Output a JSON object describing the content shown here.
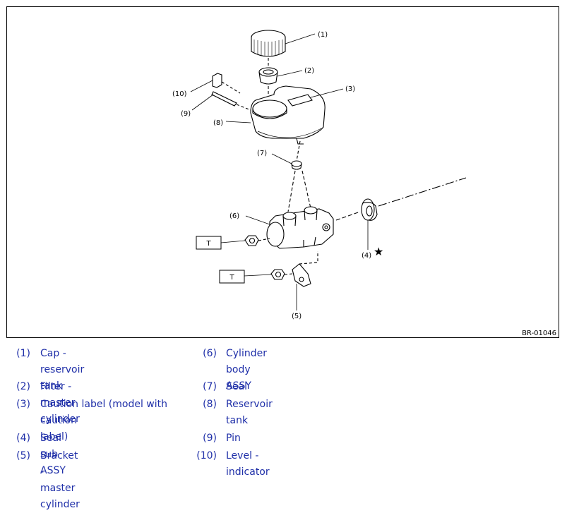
{
  "diagram": {
    "reference_code": "BR-01046",
    "callouts": {
      "c1": "(1)",
      "c2": "(2)",
      "c3": "(3)",
      "c4": "(4)",
      "c5": "(5)",
      "c6": "(6)",
      "c7": "(7)",
      "c8": "(8)",
      "c9": "(9)",
      "c10": "(10)"
    },
    "torque_label": "T",
    "torque_label_2": "T",
    "star_marker": "★"
  },
  "legend": [
    {
      "num": "(1)",
      "label": "Cap - reservoir tank"
    },
    {
      "num": "(2)",
      "label": "Filter - master cylinder"
    },
    {
      "num": "(3)",
      "label": "Caution label (model with"
    },
    {
      "num": "",
      "label": "caution label)"
    },
    {
      "num": "(4)",
      "label": "Seal sub ASSY"
    },
    {
      "num": "(5)",
      "label": "Bracket - master cylinder"
    },
    {
      "num": "(6)",
      "label": "Cylinder body ASSY"
    },
    {
      "num": "(7)",
      "label": "Seal"
    },
    {
      "num": "(8)",
      "label": "Reservoir tank"
    },
    {
      "num": "(9)",
      "label": "Pin"
    },
    {
      "num": "(10)",
      "label": "Level - indicator"
    }
  ]
}
